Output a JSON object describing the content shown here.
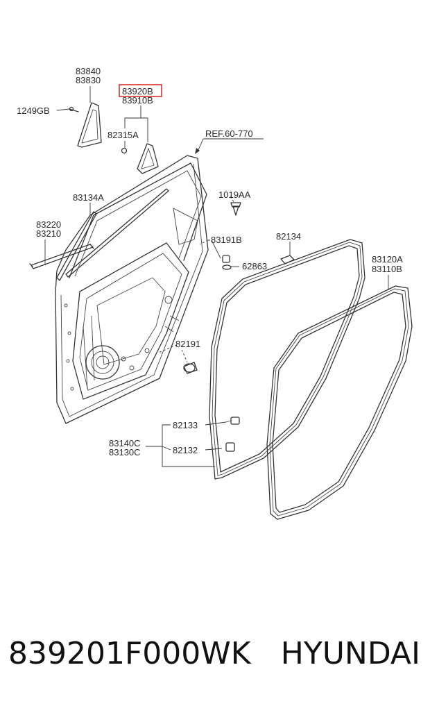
{
  "diagram": {
    "highlighted_part": "83920B",
    "highlight_color": "#d9302c",
    "reference": "REF.60-770",
    "callouts": {
      "p83840": "83840",
      "p83830": "83830",
      "p1249GB": "1249GB",
      "p83920B": "83920B",
      "p83910B": "83910B",
      "p82315A": "82315A",
      "p83134A": "83134A",
      "p1019AA": "1019AA",
      "p83220": "83220",
      "p83210": "83210",
      "p82134": "82134",
      "p83191B": "83191B",
      "p62863": "62863",
      "p83120A": "83120A",
      "p83110B": "83110B",
      "p82191": "82191",
      "p82133": "82133",
      "p83140C": "83140C",
      "p83130C": "83130C",
      "p82132": "82132"
    }
  },
  "footer": {
    "part_number": "839201F000WK",
    "brand": "HYUNDAI"
  }
}
